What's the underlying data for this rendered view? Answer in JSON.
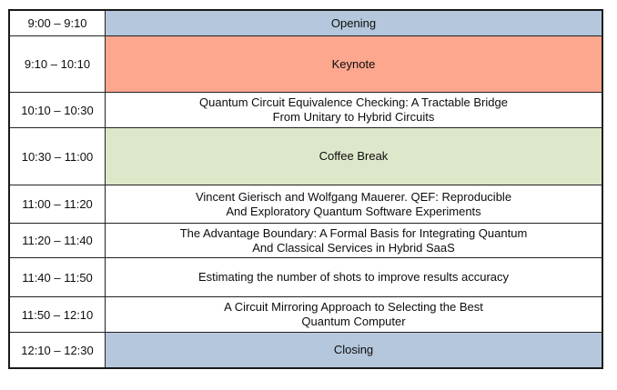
{
  "colors": {
    "blue": "#b4c7dc",
    "salmon": "#fda78f",
    "green": "#dde8ca",
    "white": "#ffffff",
    "border": "#1a1a1a",
    "text": "#0d0d0d"
  },
  "schedule": {
    "rows": [
      {
        "time": "9:00 – 9:10",
        "color": "blue",
        "line1": "Opening",
        "line2": ""
      },
      {
        "time": "9:10 – 10:10",
        "color": "salmon",
        "line1": "Keynote",
        "line2": ""
      },
      {
        "time": "10:10 – 10:30",
        "color": "white",
        "line1": "Quantum Circuit Equivalence Checking: A Tractable Bridge",
        "line2": "From Unitary to Hybrid Circuits"
      },
      {
        "time": "10:30 – 11:00",
        "color": "green",
        "line1": "Coffee Break",
        "line2": ""
      },
      {
        "time": "11:00 – 11:20",
        "color": "white",
        "line1": "Vincent Gierisch and Wolfgang Mauerer. QEF: Reproducible",
        "line2": "And Exploratory Quantum Software Experiments"
      },
      {
        "time": "11:20 – 11:40",
        "color": "white",
        "line1": "The Advantage Boundary: A Formal Basis for Integrating Quantum",
        "line2": "And Classical Services in Hybrid SaaS"
      },
      {
        "time": "11:40 – 11:50",
        "color": "white",
        "line1": "Estimating the number of shots to improve results accuracy",
        "line2": ""
      },
      {
        "time": "11:50 – 12:10",
        "color": "white",
        "line1": "A Circuit Mirroring Approach to Selecting the Best",
        "line2": "Quantum Computer"
      },
      {
        "time": "12:10 – 12:30",
        "color": "blue",
        "line1": "Closing",
        "line2": ""
      }
    ]
  }
}
